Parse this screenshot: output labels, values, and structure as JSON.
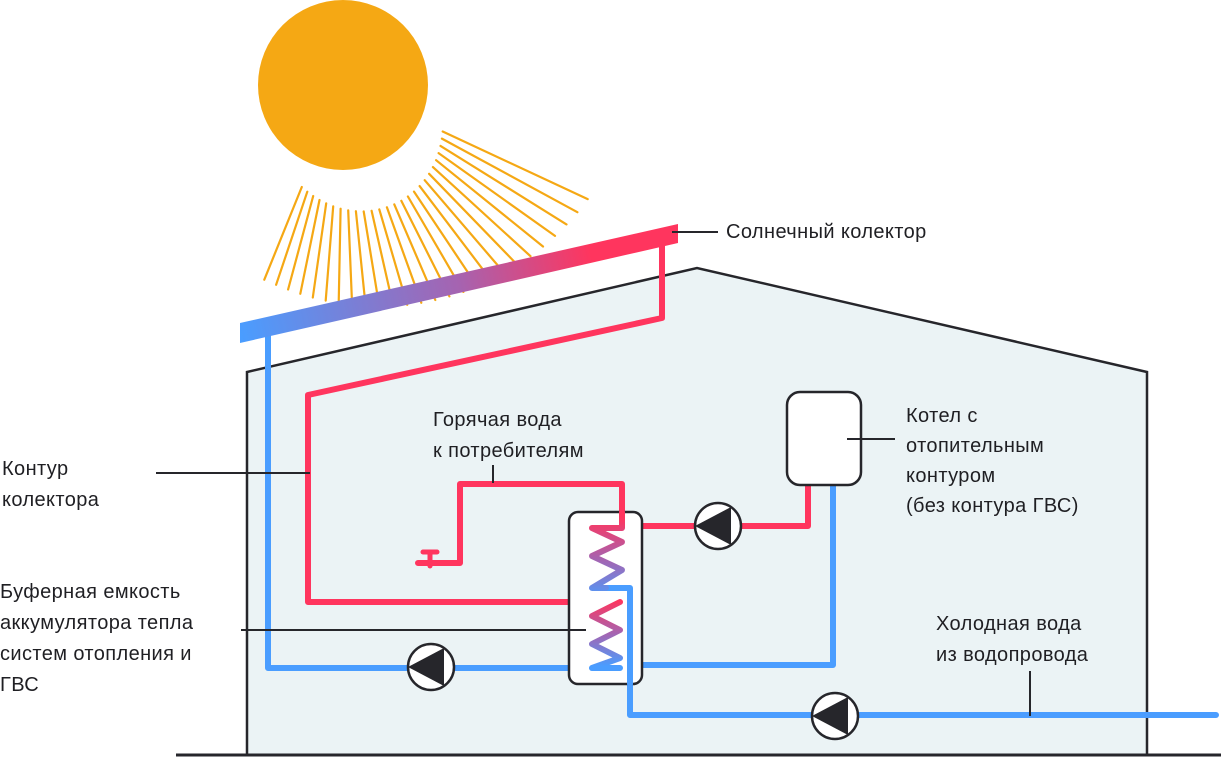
{
  "title": "Схема солнечной системы нагрева воды",
  "colors": {
    "hot": "#ff355e",
    "cold": "#4a9dff",
    "sun": "#f5a814",
    "house_fill": "#ebf3f5",
    "outline": "#26262b",
    "label": "#1f1f23"
  },
  "labels": {
    "collector": [
      "Солнечный колектор"
    ],
    "collector_loop": [
      "Контур",
      "колектора"
    ],
    "hot_water": [
      "Горячая вода",
      "к потребителям"
    ],
    "boiler": [
      "Котел с",
      "отопительным",
      "контуром",
      "(без контура ГВС)"
    ],
    "buffer_tank": [
      "Буферная емкость",
      "аккумулятора тепла",
      "систем отопления и",
      "ГВС"
    ],
    "cold_water": [
      "Холодная вода",
      "из водопровода"
    ]
  },
  "components": {
    "sun": "sun-icon",
    "solar_collector": "solar-collector",
    "buffer_tank": "buffer-tank",
    "boiler": "boiler-unit",
    "pumps": [
      "pump-collector-loop",
      "pump-boiler-loop",
      "pump-cold-water"
    ],
    "tap": "hot-water-tap"
  }
}
